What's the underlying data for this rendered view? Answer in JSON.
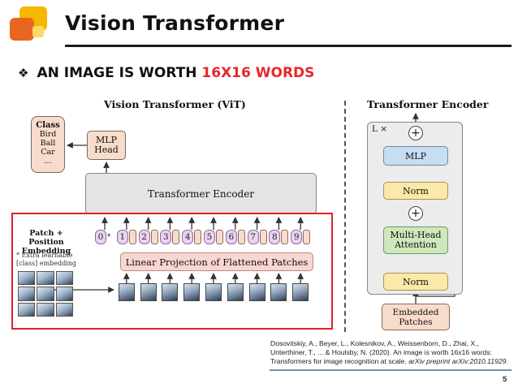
{
  "slide": {
    "title": "Vision Transformer",
    "bullet": {
      "marker": "❖",
      "text": "AN IMAGE IS WORTH ",
      "highlight": "16X16 WORDS"
    },
    "page_number": "5"
  },
  "vit_diagram": {
    "title": "Vision Transformer (ViT)",
    "class_box": {
      "heading": "Class",
      "items": [
        "Bird",
        "Ball",
        "Car",
        "..."
      ]
    },
    "mlp_head": "MLP\nHead",
    "transformer_encoder": "Transformer Encoder",
    "patch_embedding_label": "Patch + Position\nEmbedding",
    "learnable_note": "* Extra learnable\n[class] embedding",
    "tokens": [
      "0",
      "1",
      "2",
      "3",
      "4",
      "5",
      "6",
      "7",
      "8",
      "9"
    ],
    "class_token_marker": "*",
    "linear_projection": "Linear Projection of Flattened Patches"
  },
  "encoder_diagram": {
    "title": "Transformer Encoder",
    "repeat_label": "L ×",
    "mlp": "MLP",
    "norm_top": "Norm",
    "multi_head_attention": "Multi-Head\nAttention",
    "norm_bottom": "Norm",
    "embedded_patches": "Embedded\nPatches",
    "plus_symbol": "+"
  },
  "citation": {
    "text": "Dosovitskiy, A., Beyer, L., Kolesnikov, A., Weissenborn, D., Zhai, X., Unterthiner, T., ... & Houlsby, N. (2020). An image is worth 16x16 words: Transformers for image recognition at scale. ",
    "venue": "arXiv preprint arXiv:2010.11929."
  },
  "colors": {
    "accent_red": "#e32026",
    "logo_yellow": "#f5b700",
    "logo_orange": "#e8661f",
    "mlp_blue": "#c7ddf2",
    "norm_yellow": "#fbe9a9",
    "attention_green": "#cde8bd",
    "position_purple": "#e9d4f0",
    "embedding_peach": "#f8dccb"
  }
}
